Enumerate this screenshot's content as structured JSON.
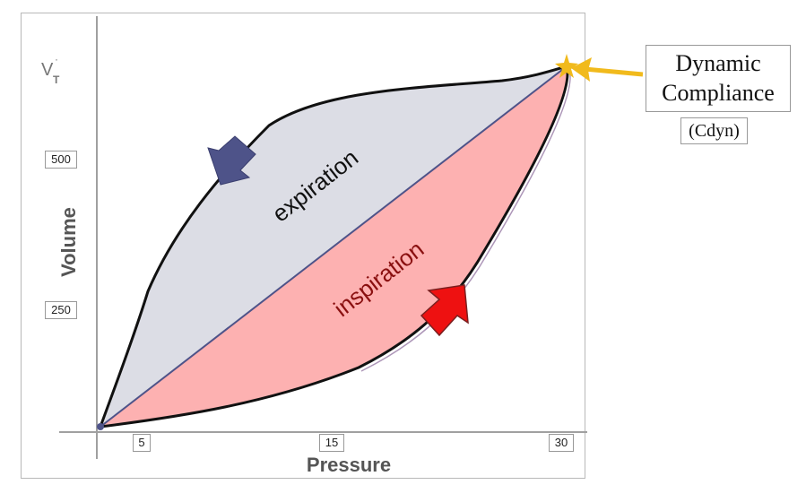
{
  "axes": {
    "y_label": "Volume",
    "y_symbol": "V",
    "y_symbol_sub": "T",
    "x_label": "Pressure",
    "y_ticks": [
      "500",
      "250"
    ],
    "x_ticks": [
      "5",
      "15",
      "30"
    ]
  },
  "regions": {
    "expiration": {
      "label": "expiration",
      "color": "#dcdde5",
      "arrow_color": "#4e5389"
    },
    "inspiration": {
      "label": "inspiration",
      "color": "#fdb1b1",
      "arrow_color": "#ee1111",
      "text_color": "#8a1010"
    }
  },
  "callout": {
    "title_line1": "Dynamic",
    "title_line2": "Compliance",
    "subtitle": "(Cdyn)",
    "arrow_color": "#f1ba1c"
  }
}
